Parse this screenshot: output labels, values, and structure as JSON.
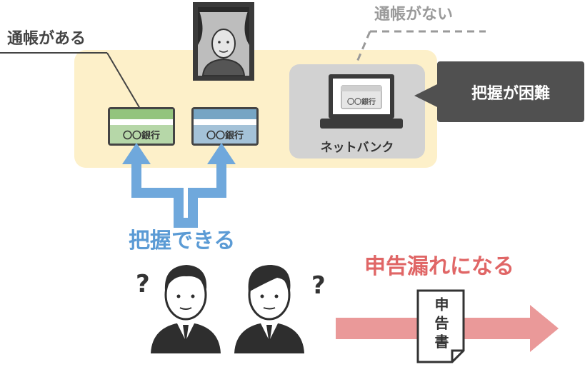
{
  "labels": {
    "has_passbook": "通帳がある",
    "no_passbook": "通帳がない",
    "hard_to_grasp": "把握が困難",
    "can_grasp": "把握できる",
    "missed_filing": "申告漏れになる",
    "net_bank": "ネットバンク",
    "bank_card_1": "〇〇銀行",
    "bank_card_2": "〇〇銀行",
    "screen_card": "〇〇銀行",
    "document": "申告書",
    "question_left": "?",
    "question_right": "?"
  },
  "colors": {
    "panel_bg": "#fdf0c9",
    "netbox_bg": "#d2d2d2",
    "callout_bg": "#505050",
    "blue_arrow": "#6fa8dc",
    "blue_text": "#5b9bd5",
    "red_arrow": "#ea9999",
    "red_text": "#e06666",
    "passbook_green": "#93c47d",
    "passbook_blue": "#76a5c4"
  },
  "icons": [
    "portrait-icon",
    "passbook-icon",
    "laptop-icon",
    "person-icon",
    "document-icon",
    "arrow-icon"
  ]
}
